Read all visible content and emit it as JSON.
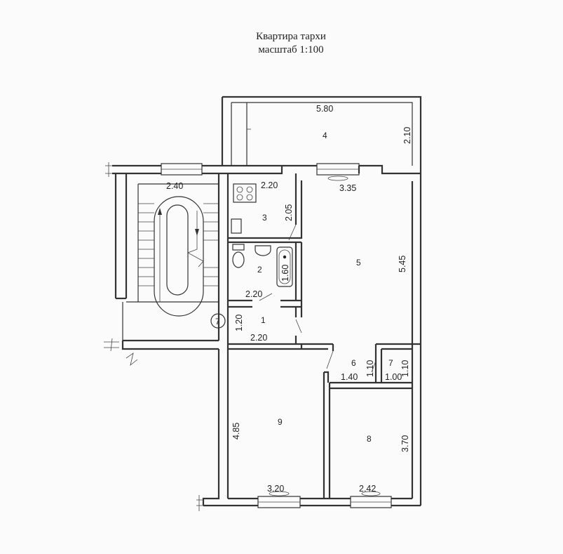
{
  "title": {
    "line1": "Квартира тархи",
    "line2": "масштаб 1:100"
  },
  "entrance_marker": "7",
  "rooms": [
    {
      "id": "1",
      "width": "2.20",
      "depth": "1.20"
    },
    {
      "id": "2",
      "width": "2.20",
      "bath": "1.60"
    },
    {
      "id": "3",
      "width": "2.20",
      "depth": "2.05"
    },
    {
      "id": "4",
      "width": "5.80",
      "depth": "2.10"
    },
    {
      "id": "5",
      "width": "3.35",
      "depth": "5.45"
    },
    {
      "id": "6",
      "width": "1.40",
      "depth": "1.10"
    },
    {
      "id": "7",
      "width": "1.00",
      "depth": "1.10"
    },
    {
      "id": "8",
      "width": "2.42",
      "depth": "3.70"
    },
    {
      "id": "9",
      "width": "3.20",
      "depth": "4.85"
    }
  ],
  "stair_width": "2.40"
}
